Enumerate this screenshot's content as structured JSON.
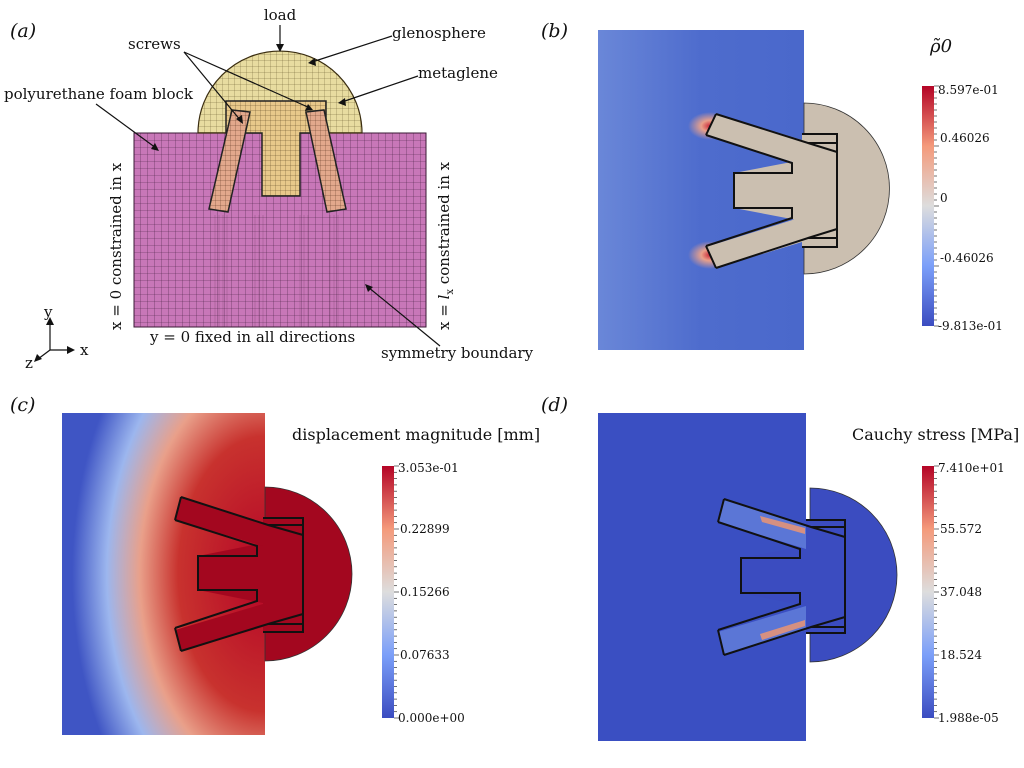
{
  "panels": {
    "a": {
      "tag": "(a)",
      "load": "load",
      "glenosphere": "glenosphere",
      "screws": "screws",
      "metaglene": "metaglene",
      "foam": "polyurethane foam block",
      "left_bc": "x = 0 constrained in x",
      "right_bc_pre": "x = ",
      "right_bc_l": "l",
      "right_bc_sub": "x",
      "right_bc_post": " constrained in x",
      "bottom_bc": "y = 0 fixed in all directions",
      "symmetry": "symmetry boundary",
      "axis_y": "y",
      "axis_x": "x",
      "axis_z": "z"
    },
    "b": {
      "tag": "(b)",
      "title": "ρ̃0",
      "ticks": [
        "8.597e-01",
        "0.46026",
        "0",
        "-0.46026",
        "-9.813e-01"
      ]
    },
    "c": {
      "tag": "(c)",
      "title": "displacement magnitude [mm]",
      "ticks": [
        "3.053e-01",
        "0.22899",
        "0.15266",
        "0.07633",
        "0.000e+00"
      ]
    },
    "d": {
      "tag": "(d)",
      "title": "Cauchy stress [MPa]",
      "ticks": [
        "7.410e+01",
        "55.572",
        "37.048",
        "18.524",
        "1.988e-05"
      ]
    }
  },
  "colors": {
    "foam": "#c877b8",
    "glenosphere": "#e8dca0",
    "metaglene": "#e8c88a",
    "screw": "#e2a88c",
    "cool_low": "#3b4cc0",
    "cool_mid": "#dddddd",
    "cool_high": "#b40426",
    "implant_b": "#cbbfb0"
  }
}
